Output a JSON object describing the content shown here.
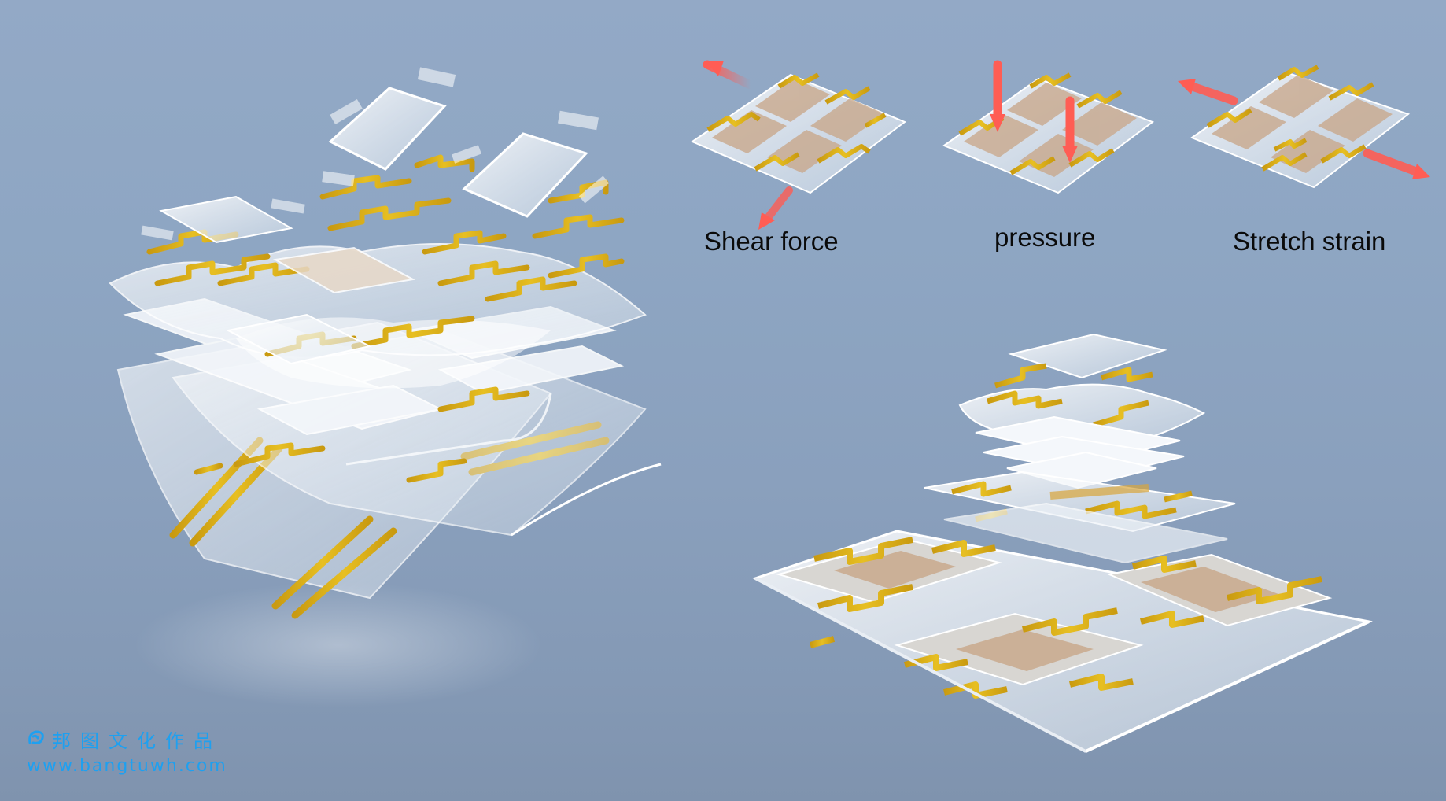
{
  "labels": {
    "shear": "Shear force",
    "pressure": "pressure",
    "stretch": "Stretch strain"
  },
  "watermark": {
    "name": "邦图文化作品",
    "url": "www.bangtuwh.com",
    "color": "#1ea0f0"
  },
  "colors": {
    "background": "#8ea6c3",
    "circuit": "#d9ae16",
    "arrow": "#ff5d54",
    "film": "#eef3f8"
  }
}
